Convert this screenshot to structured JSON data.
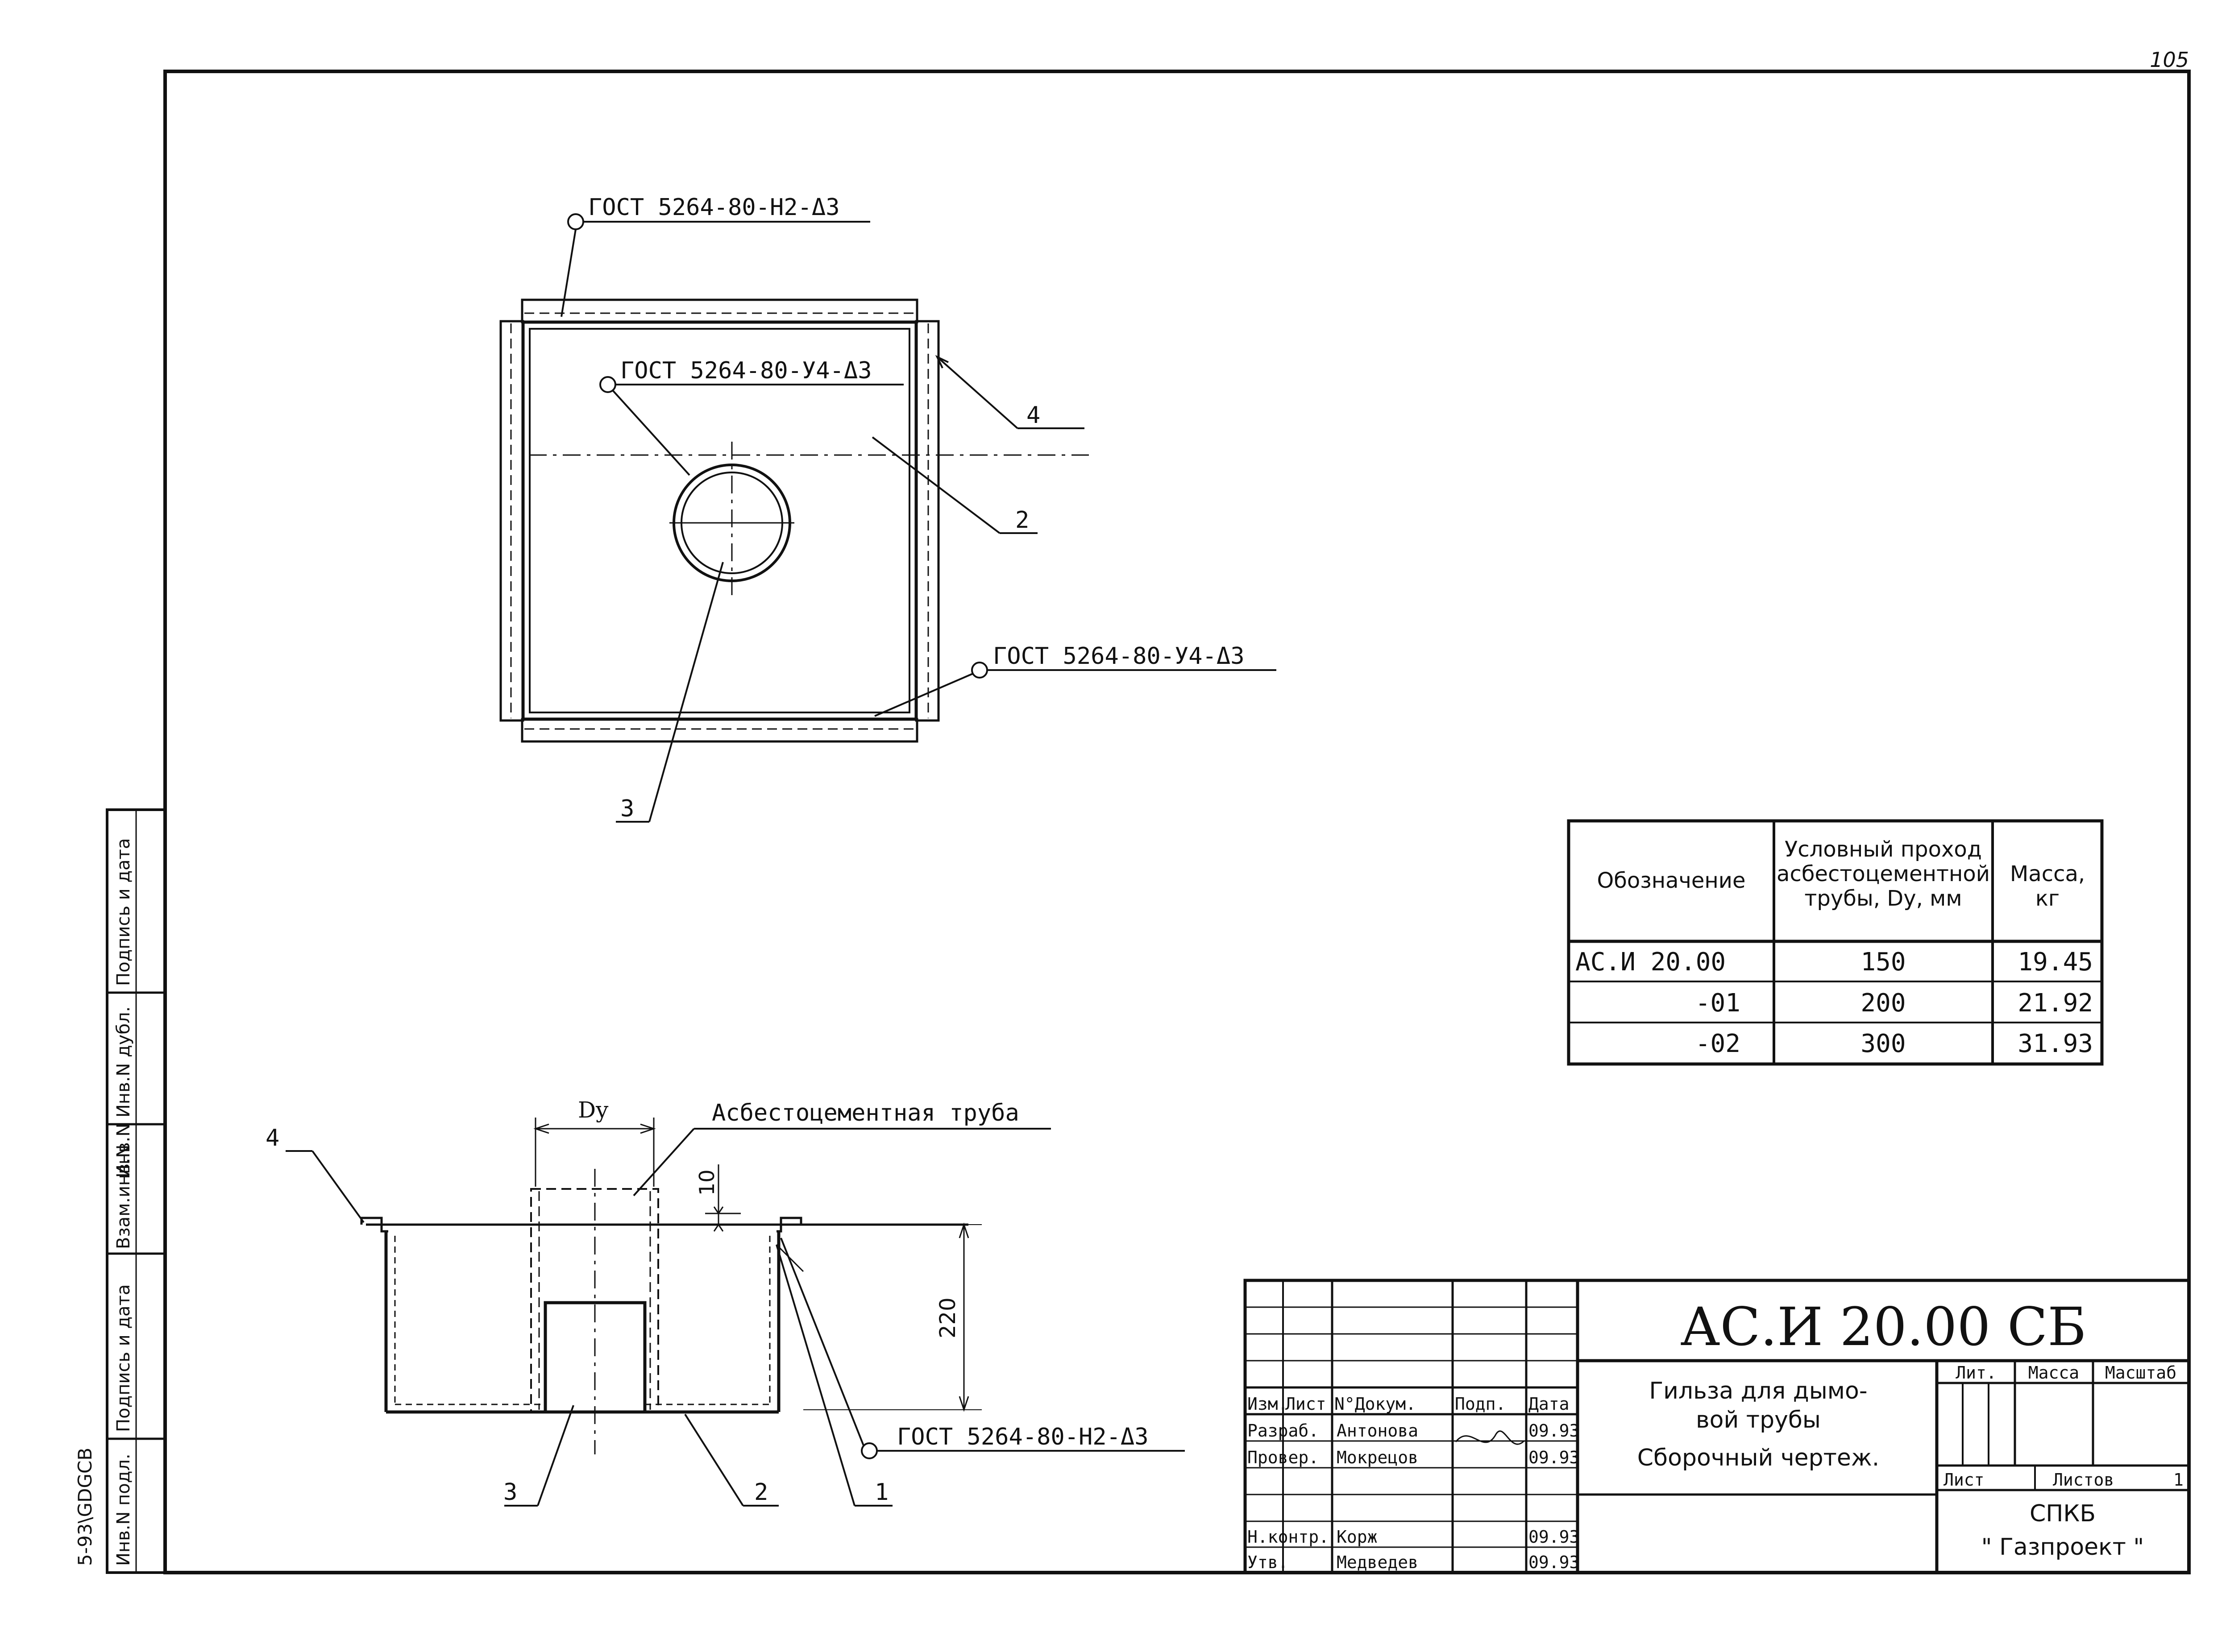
{
  "sheet": {
    "page_number": "105",
    "archive_code": "5-93\\GDGCB"
  },
  "callouts": {
    "weld_top": "ГОСТ 5264-80-Н2-Δ3",
    "weld_center": "ГОСТ 5264-80-У4-Δ3",
    "weld_right": "ГОСТ 5264-80-У4-Δ3",
    "weld_section": "ГОСТ 5264-80-Н2-Δ3",
    "asbestos_pipe": "Асбестоцементная труба",
    "dim_dy": "Dy",
    "dim_10": "10",
    "dim_220": "220"
  },
  "positions": {
    "plan_4": "4",
    "plan_2": "2",
    "plan_3": "3",
    "sec_4": "4",
    "sec_3": "3",
    "sec_2": "2",
    "sec_1": "1"
  },
  "side_stamp": {
    "col1": "Подпись и дата",
    "col2": "Инв.N дубл.",
    "col3": "Инв.N",
    "col4": "Взам.инв.N",
    "col5": "Подпись и дата",
    "col6": "Инв.N подл."
  },
  "variants_table": {
    "headers": {
      "designation": "Обозначение",
      "nominal_line1": "Условный проход",
      "nominal_line2": "асбестоцементной",
      "nominal_line3": "трубы, Dy, мм",
      "mass_line1": "Масса,",
      "mass_line2": "кг"
    },
    "rows": [
      {
        "designation": "АС.И 20.00",
        "nominal": "150",
        "mass": "19.45"
      },
      {
        "designation": "-01",
        "nominal": "200",
        "mass": "21.92"
      },
      {
        "designation": "-02",
        "nominal": "300",
        "mass": "31.93"
      }
    ]
  },
  "title_block": {
    "doc_code": "АС.И 20.00 СБ",
    "title_line1": "Гильза для дымо-",
    "title_line2": "вой трубы",
    "title_line3": "Сборочный чертеж.",
    "col_izm": "Изм.",
    "col_list": "Лист",
    "col_ndoc": "N°Докум.",
    "col_podp": "Подп.",
    "col_data": "Дата",
    "role_razrab": "Разраб.",
    "role_prover": "Провер.",
    "role_nkontr": "Н.контр.",
    "role_utv": "Утв.",
    "name_razrab": "Антонова",
    "name_prover": "Мокрецов",
    "name_nkontr": "Корж",
    "name_utv": "Медведев",
    "date_razrab": "09.93",
    "date_prover": "09.93",
    "date_nkontr": "09.93",
    "date_utv": "09.93",
    "lit_label": "Лит.",
    "mass_label": "Масса",
    "scale_label": "Масштаб",
    "sheet_label": "Лист",
    "sheets_label": "Листов",
    "sheets_value": "1",
    "org_line1": "СПКБ",
    "org_line2": "\" Газпроект \""
  }
}
